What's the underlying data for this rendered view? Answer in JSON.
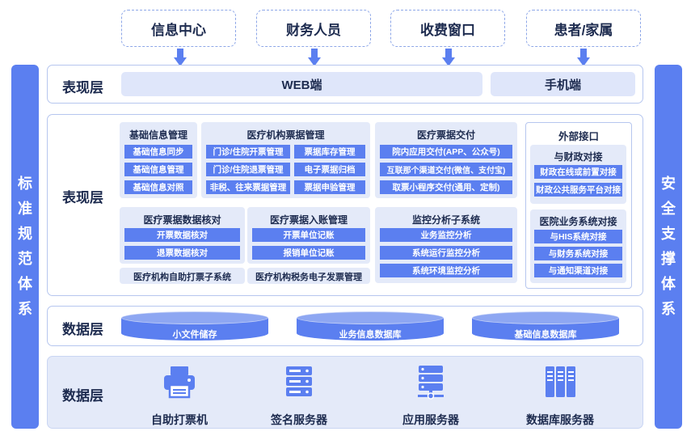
{
  "users": [
    "信息中心",
    "财务人员",
    "收费窗口",
    "患者/家属"
  ],
  "left_side": [
    "标",
    "准",
    "规",
    "范",
    "体",
    "系"
  ],
  "right_side": [
    "安",
    "全",
    "支",
    "撑",
    "体",
    "系"
  ],
  "presentation_top": {
    "title": "表现层",
    "web": "WEB端",
    "mobile": "手机端"
  },
  "presentation_main": {
    "title": "表现层",
    "basic": {
      "title": "基础信息管理",
      "items": [
        "基础信息同步",
        "基础信息管理",
        "基础信息对照"
      ]
    },
    "org_invoice": {
      "title": "医疗机构票据管理",
      "items": [
        "门诊/住院开票管理",
        "票据库存管理",
        "门诊/住院退票管理",
        "电子票据归档",
        "非税、往来票据管理",
        "票据申验管理"
      ]
    },
    "delivery": {
      "title": "医疗票据交付",
      "items": [
        "院内应用交付(APP、公众号)",
        "互联那个渠道交付(微信、支付宝)",
        "取票小程序交付(通用、定制)"
      ]
    },
    "external": {
      "title": "外部接口",
      "finance": {
        "title": "与财政对接",
        "items": [
          "财政在线或前置对接",
          "财政公共服务平台对接"
        ]
      },
      "hospital": {
        "title": "医院业务系统对接",
        "items": [
          "与HIS系统对接",
          "与财务系统对接",
          "与通知渠道对接"
        ]
      }
    },
    "verify": {
      "title": "医疗票据数据核对",
      "items": [
        "开票数据核对",
        "退票数据核对"
      ]
    },
    "accounting": {
      "title": "医疗票据入账管理",
      "items": [
        "开票单位记账",
        "报销单位记账"
      ]
    },
    "monitor": {
      "title": "监控分析子系统",
      "items": [
        "业务监控分析",
        "系统运行监控分析",
        "系统环境监控分析"
      ]
    },
    "selfprint": "医疗机构自助打票子系统",
    "tax_invoice": "医疗机构税务电子发票管理"
  },
  "data_layer": {
    "title": "数据层",
    "stores": [
      "小文件储存",
      "业务信息数据库",
      "基础信息数据库"
    ]
  },
  "hardware_layer": {
    "title": "数据层",
    "devices": [
      {
        "label": "自助打票机",
        "icon": "printer-icon"
      },
      {
        "label": "签名服务器",
        "icon": "server-icon"
      },
      {
        "label": "应用服务器",
        "icon": "app-server-icon"
      },
      {
        "label": "数据库服务器",
        "icon": "database-server-icon"
      }
    ]
  },
  "colors": {
    "accent": "#5b7ff0",
    "panel": "#e4eaf9",
    "border": "#b6c6ef",
    "text": "#1d2b4f"
  }
}
